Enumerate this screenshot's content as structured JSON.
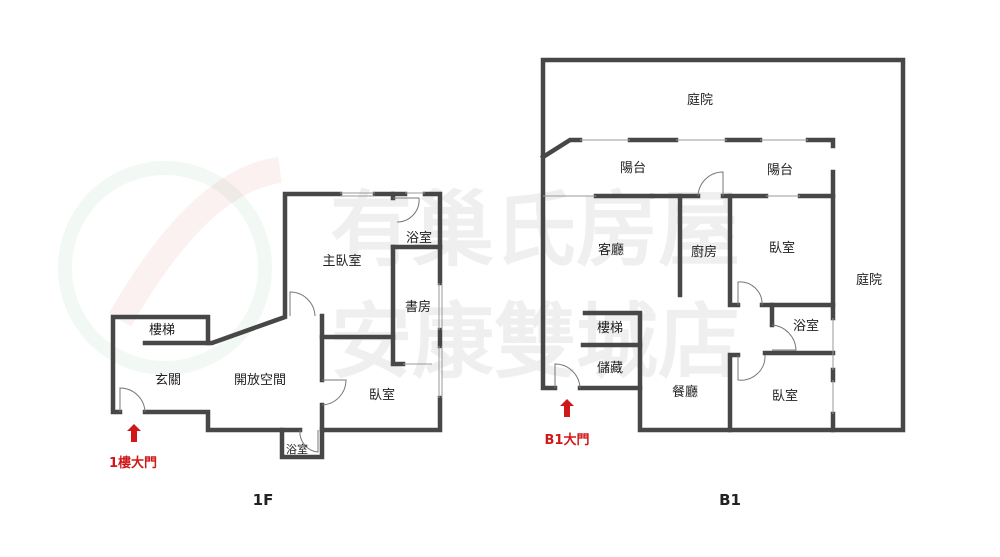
{
  "watermark": {
    "line1": "有巢氏房屋",
    "line2": "安康雙城店"
  },
  "floor_1f": {
    "title": "1F",
    "entrance": "1樓大門",
    "rooms": {
      "stairs": "樓梯",
      "foyer": "玄關",
      "open_space": "開放空間",
      "master_bedroom": "主臥室",
      "bath_master": "浴室",
      "study": "書房",
      "bedroom": "臥室",
      "bath_small": "浴室"
    }
  },
  "floor_b1": {
    "title": "B1",
    "entrance": "B1大門",
    "rooms": {
      "yard_top": "庭院",
      "balcony_left": "陽台",
      "balcony_right": "陽台",
      "living": "客廳",
      "kitchen": "廚房",
      "bedroom_top": "臥室",
      "yard_right": "庭院",
      "bath": "浴室",
      "stairs": "樓梯",
      "storage": "儲藏",
      "dining": "餐廳",
      "bedroom_bottom": "臥室"
    }
  },
  "colors": {
    "wall": "#474747",
    "entrance": "#d01818"
  }
}
